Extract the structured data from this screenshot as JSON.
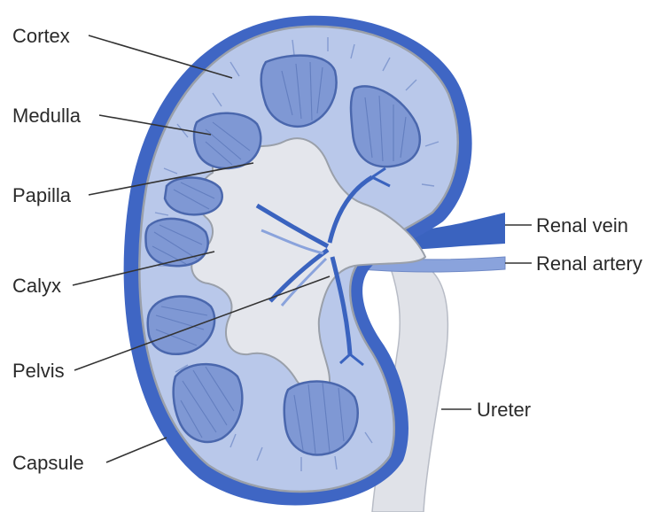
{
  "labels": {
    "cortex": "Cortex",
    "medulla": "Medulla",
    "papilla": "Papilla",
    "calyx": "Calyx",
    "pelvis": "Pelvis",
    "capsule": "Capsule",
    "renal_vein": "Renal vein",
    "renal_artery": "Renal artery",
    "ureter": "Ureter"
  },
  "colors": {
    "capsule": "#3f66c4",
    "cortex": "#b9c8ea",
    "medulla_pyramid": "#7f98d4",
    "pelvis_calyx": "#e4e6ec",
    "ureter": "#e0e2e8",
    "vein": "#3a63bf",
    "artery": "#8aa3dc",
    "line": "#333333"
  }
}
